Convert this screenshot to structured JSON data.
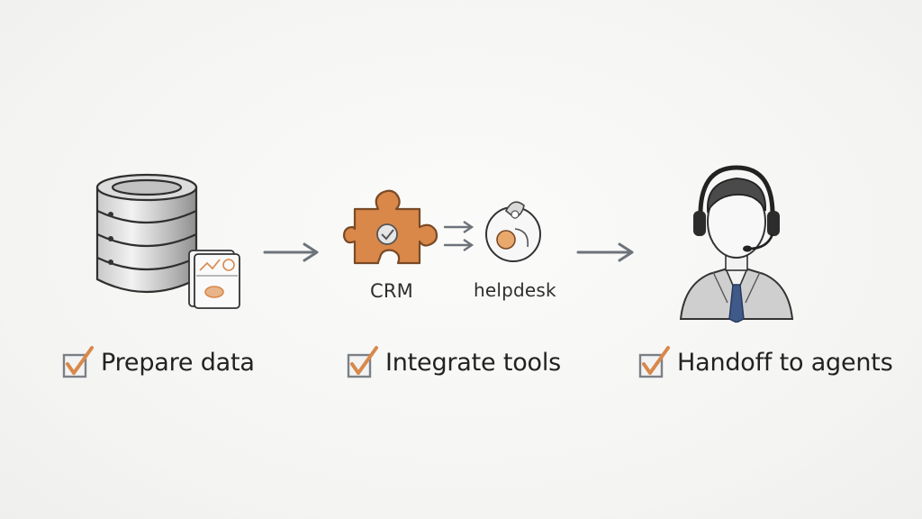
{
  "steps": [
    {
      "label": "Prepare data",
      "icon": "checkbox-checked-icon"
    },
    {
      "label": "Integrate tools",
      "icon": "checkbox-checked-icon"
    },
    {
      "label": "Handoff to agents",
      "icon": "checkbox-checked-icon"
    }
  ],
  "tools": {
    "crm_label": "CRM",
    "helpdesk_label": "helpdesk"
  },
  "colors": {
    "accent_orange": "#d9884a",
    "pencil_gray": "#5a5d63",
    "tie_blue": "#3f5a88",
    "checkbox_gray": "#7b8086"
  }
}
